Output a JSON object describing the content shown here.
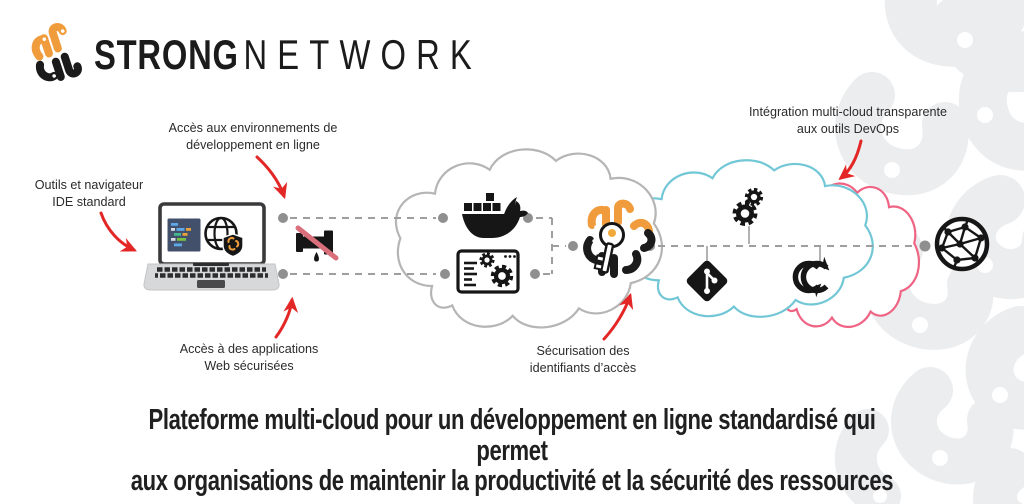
{
  "brand": {
    "bold": "STRONG",
    "light": "NETWORK"
  },
  "annotations": {
    "tools": "Outils et navigateur\nIDE standard",
    "environments": "Accès aux environnements de\ndéveloppement en ligne",
    "webapps": "Accès à des applications\nWeb sécurisées",
    "credentials": "Sécurisation des\nidentifiants d’accès",
    "devops": "Intégration multi-cloud transparente\naux outils DevOps"
  },
  "headline": "Plateforme multi-cloud pour un développement en ligne standardisé qui permet\naux organisations de maintenir la productivité et la sécurité des ressources",
  "icons": {
    "logo": "brain-icon",
    "laptop": "laptop-ide-icon",
    "pipe": "no-leak-pipe-icon",
    "docker": "docker-whale-icon",
    "webapp": "browser-gears-icon",
    "credentials": "brain-key-icon",
    "gears": "gears-icon",
    "git": "git-branch-icon",
    "devops": "devops-loop-icon",
    "network": "multi-cloud-globe-icon"
  },
  "colors": {
    "accent_orange": "#F09C3C",
    "arrow_red": "#E32726",
    "cloud_gray": "#B5B5B5",
    "cloud_cyan": "#72C7D6",
    "cloud_pink": "#EF6484",
    "ink": "#161616",
    "pattern_gray": "#ECEDEF"
  }
}
